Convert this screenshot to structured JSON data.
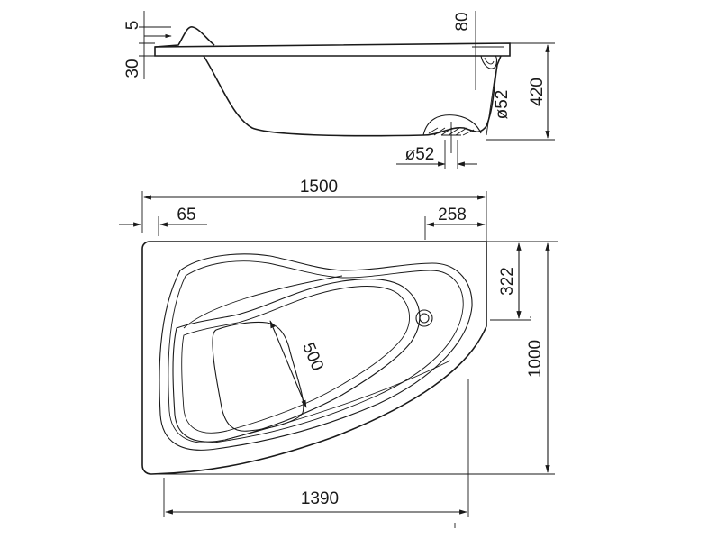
{
  "side_view": {
    "dims": {
      "rim_top": "5",
      "rim_height": "30",
      "overflow_offset": "80",
      "depth": "420",
      "overflow_diameter": "ø52",
      "drain_diameter": "ø52"
    }
  },
  "plan_view": {
    "dims": {
      "total_length": "1500",
      "left_offset": "65",
      "right_offset": "258",
      "corner_depth": "322",
      "total_width": "1000",
      "bottom_length": "1390",
      "inner_width": "500"
    }
  }
}
